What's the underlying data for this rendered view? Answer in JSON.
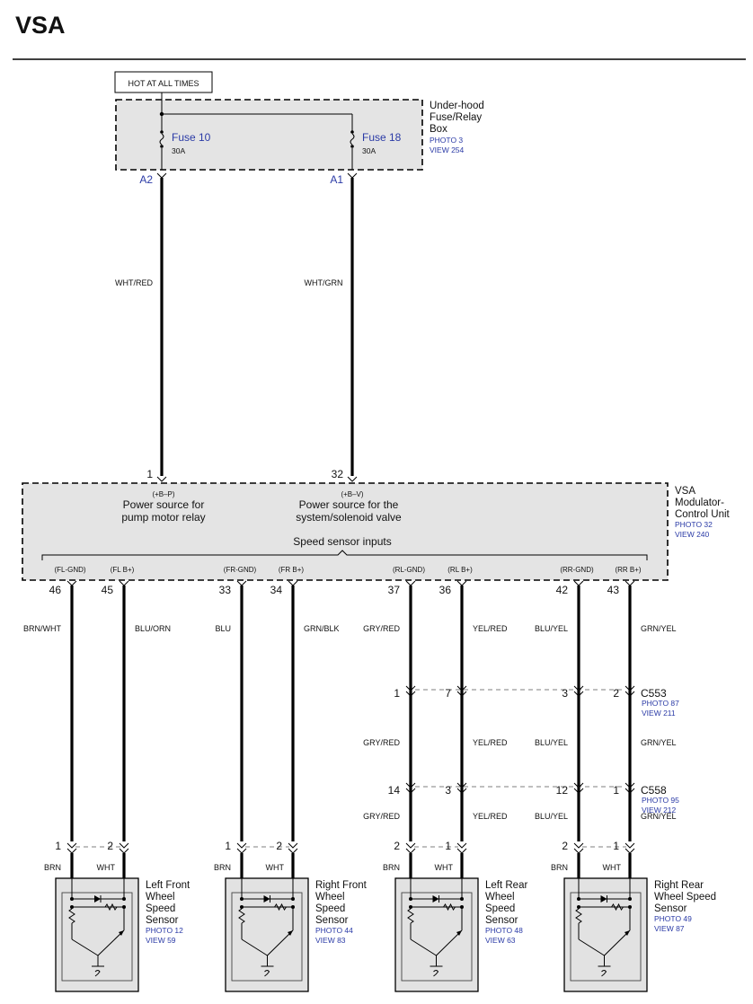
{
  "title": "VSA",
  "hot_label": "HOT AT ALL TIMES",
  "fuse_box": {
    "name_lines": [
      "Under-hood",
      "Fuse/Relay",
      "Box"
    ],
    "photo": "PHOTO 3",
    "view": "VIEW 254",
    "fuses": [
      {
        "name": "Fuse 10",
        "rating": "30A",
        "terminal": "A2",
        "wire_color": "WHT/RED"
      },
      {
        "name": "Fuse 18",
        "rating": "30A",
        "terminal": "A1",
        "wire_color": "WHT/GRN"
      }
    ]
  },
  "modulator": {
    "name_lines": [
      "VSA",
      "Modulator-",
      "Control Unit"
    ],
    "photo": "PHOTO 32",
    "view": "VIEW 240",
    "power_pins": [
      {
        "pin": "1",
        "signal": "(+B–P)",
        "desc_lines": [
          "Power source for",
          "pump motor relay"
        ]
      },
      {
        "pin": "32",
        "signal": "(+B–V)",
        "desc_lines": [
          "Power source for the",
          "system/solenoid valve"
        ]
      }
    ],
    "speed_label": "Speed sensor inputs",
    "sensor_pins": [
      {
        "signal": "(FL-GND)",
        "pin": "46",
        "wire_color": "BRN/WHT"
      },
      {
        "signal": "(FL B+)",
        "pin": "45",
        "wire_color": "BLU/ORN"
      },
      {
        "signal": "(FR-GND)",
        "pin": "33",
        "wire_color": "BLU"
      },
      {
        "signal": "(FR B+)",
        "pin": "34",
        "wire_color": "GRN/BLK"
      },
      {
        "signal": "(RL-GND)",
        "pin": "37",
        "wire_color": "GRY/RED"
      },
      {
        "signal": "(RL B+)",
        "pin": "36",
        "wire_color": "YEL/RED"
      },
      {
        "signal": "(RR-GND)",
        "pin": "42",
        "wire_color": "BLU/YEL"
      },
      {
        "signal": "(RR B+)",
        "pin": "43",
        "wire_color": "GRN/YEL"
      }
    ]
  },
  "connectors": [
    {
      "name": "C553",
      "photo": "PHOTO 87",
      "view": "VIEW 211",
      "pins": [
        "1",
        "7",
        "3",
        "2"
      ],
      "below_colors": [
        "GRY/RED",
        "YEL/RED",
        "BLU/YEL",
        "GRN/YEL"
      ]
    },
    {
      "name": "C558",
      "photo": "PHOTO 95",
      "view": "VIEW 212",
      "pins": [
        "14",
        "3",
        "12",
        "1"
      ],
      "below_colors": [
        "GRY/RED",
        "YEL/RED",
        "BLU/YEL",
        "GRN/YEL"
      ]
    }
  ],
  "sensors": [
    {
      "name_lines": [
        "Left Front",
        "Wheel",
        "Speed",
        "Sensor"
      ],
      "photo": "PHOTO 12",
      "view": "VIEW 59",
      "pins": [
        "1",
        "2"
      ],
      "colors": [
        "BRN",
        "WHT"
      ]
    },
    {
      "name_lines": [
        "Right Front",
        "Wheel",
        "Speed",
        "Sensor"
      ],
      "photo": "PHOTO 44",
      "view": "VIEW 83",
      "pins": [
        "1",
        "2"
      ],
      "colors": [
        "BRN",
        "WHT"
      ]
    },
    {
      "name_lines": [
        "Left Rear",
        "Wheel",
        "Speed",
        "Sensor"
      ],
      "photo": "PHOTO 48",
      "view": "VIEW 63",
      "pins": [
        "2",
        "1"
      ],
      "colors": [
        "BRN",
        "WHT"
      ]
    },
    {
      "name_lines": [
        "Right Rear",
        "Wheel Speed",
        "Sensor"
      ],
      "photo": "PHOTO 49",
      "view": "VIEW 87",
      "pins": [
        "2",
        "1"
      ],
      "colors": [
        "BRN",
        "WHT"
      ]
    }
  ]
}
